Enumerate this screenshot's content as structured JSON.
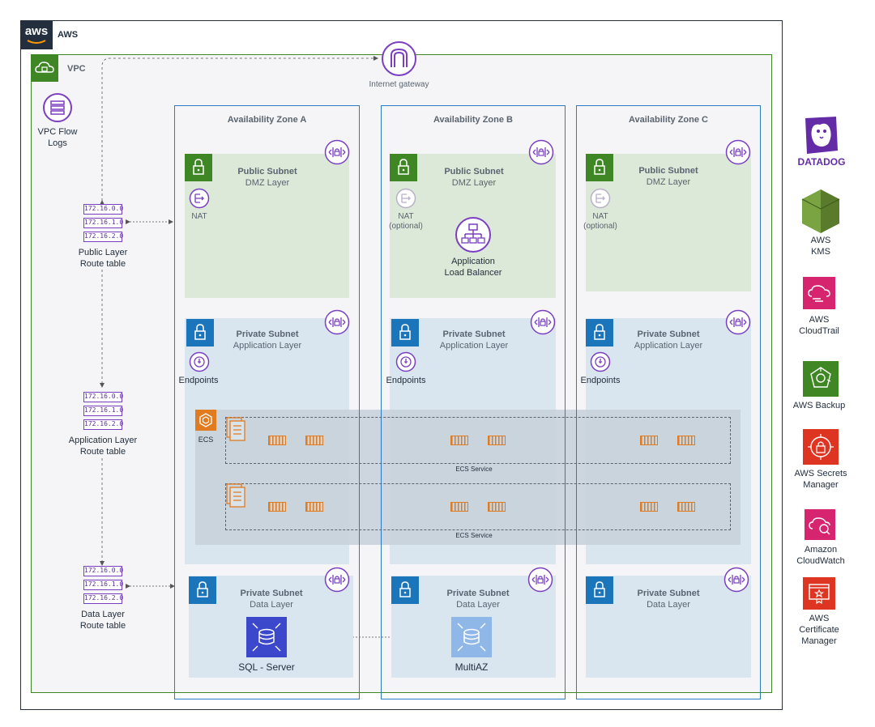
{
  "aws_label": "AWS",
  "aws_logo_text": "aws",
  "vpc_label": "VPC",
  "internet_gateway": "Internet gateway",
  "vpc_flow_logs": [
    "VPC Flow",
    "Logs"
  ],
  "route_tables": [
    {
      "cidrs": [
        "172.16.0.0",
        "172.16.1.0",
        "172.16.2.0"
      ],
      "name": [
        "Public Layer",
        "Route table"
      ]
    },
    {
      "cidrs": [
        "172.16.0.0",
        "172.16.1.0",
        "172.16.2.0"
      ],
      "name": [
        "Application Layer",
        "Route table"
      ]
    },
    {
      "cidrs": [
        "172.16.0.0",
        "172.16.1.0",
        "172.16.2.0"
      ],
      "name": [
        "Data Layer",
        "Route table"
      ]
    }
  ],
  "zones": [
    {
      "title": "Availability Zone A",
      "public": {
        "title": "Public Subnet",
        "sub": "DMZ Layer",
        "nat": [
          "NAT"
        ]
      },
      "private_app": {
        "title": "Private Subnet",
        "sub": "Application Layer",
        "endpoints": "Endpoints"
      },
      "private_data": {
        "title": "Private Subnet",
        "sub": "Data Layer",
        "db": "SQL - Server"
      }
    },
    {
      "title": "Availability Zone B",
      "public": {
        "title": "Public Subnet",
        "sub": "DMZ Layer",
        "nat": [
          "NAT",
          "(optional)"
        ],
        "alb": [
          "Application",
          "Load Balancer"
        ]
      },
      "private_app": {
        "title": "Private Subnet",
        "sub": "Application Layer",
        "endpoints": "Endpoints"
      },
      "private_data": {
        "title": "Private Subnet",
        "sub": "Data Layer",
        "db": "MultiAZ"
      }
    },
    {
      "title": "Availability Zone C",
      "public": {
        "title": "Public Subnet",
        "sub": "DMZ Layer",
        "nat": [
          "NAT",
          "(optional)"
        ]
      },
      "private_app": {
        "title": "Private Subnet",
        "sub": "Application Layer",
        "endpoints": "Endpoints"
      },
      "private_data": {
        "title": "Private Subnet",
        "sub": "Data Layer"
      }
    }
  ],
  "ecs_label": "ECS",
  "ecs_services": [
    "ECS Service",
    "ECS Service"
  ],
  "services": [
    {
      "name": [
        "DATADOG"
      ],
      "icon": "datadog-icon",
      "color": "#632ca6"
    },
    {
      "name": [
        "AWS",
        "KMS"
      ],
      "icon": "kms-icon",
      "color": "#6b8e3b"
    },
    {
      "name": [
        "AWS",
        "CloudTrail"
      ],
      "icon": "cloudtrail-icon",
      "color": "#d6246e"
    },
    {
      "name": [
        "AWS Backup"
      ],
      "icon": "backup-icon",
      "color": "#3f8624"
    },
    {
      "name": [
        "AWS Secrets",
        "Manager"
      ],
      "icon": "secrets-manager-icon",
      "color": "#dd3522"
    },
    {
      "name": [
        "Amazon",
        "CloudWatch"
      ],
      "icon": "cloudwatch-icon",
      "color": "#d6246e"
    },
    {
      "name": [
        "AWS",
        "Certificate",
        "Manager"
      ],
      "icon": "certificate-manager-icon",
      "color": "#dd3522"
    }
  ],
  "colors": {
    "vpc": "#3f8624",
    "az": "#2b7bc4",
    "purple": "#7a3fc1",
    "ecs": "#e07b20",
    "db": "#3b48cc"
  }
}
